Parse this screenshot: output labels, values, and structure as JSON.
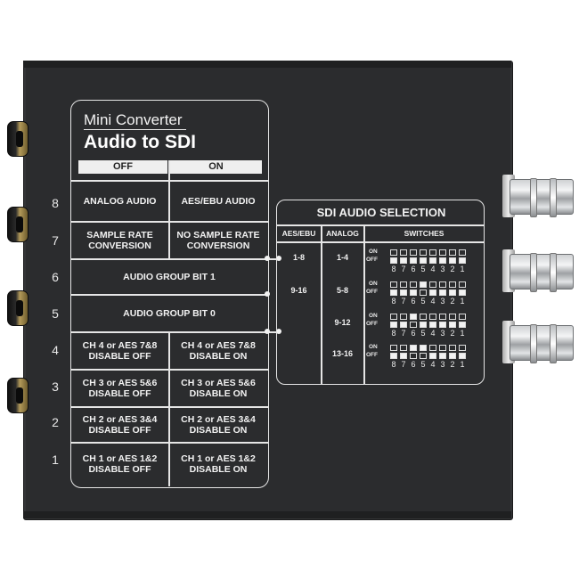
{
  "brand": {
    "line1": "Mini Converter",
    "line2": "Audio to SDI"
  },
  "headers": {
    "off": "OFF",
    "on": "ON"
  },
  "rows": [
    {
      "num": "8",
      "off": "ANALOG AUDIO",
      "on": "AES/EBU AUDIO"
    },
    {
      "num": "7",
      "off": "SAMPLE RATE\nCONVERSION",
      "on": "NO SAMPLE RATE\nCONVERSION"
    },
    {
      "num": "6",
      "span": "AUDIO GROUP BIT 1"
    },
    {
      "num": "5",
      "span": "AUDIO GROUP BIT 0"
    },
    {
      "num": "4",
      "off": "CH 4 or AES 7&8\nDISABLE OFF",
      "on": "CH 4 or AES 7&8\nDISABLE ON"
    },
    {
      "num": "3",
      "off": "CH 3 or AES 5&6\nDISABLE OFF",
      "on": "CH 3 or AES 5&6\nDISABLE ON"
    },
    {
      "num": "2",
      "off": "CH 2 or AES 3&4\nDISABLE OFF",
      "on": "CH 2 or AES 3&4\nDISABLE ON"
    },
    {
      "num": "1",
      "off": "CH 1 or AES 1&2\nDISABLE OFF",
      "on": "CH 1 or AES 1&2\nDISABLE ON"
    }
  ],
  "sdi": {
    "title": "SDI AUDIO SELECTION",
    "columns": {
      "aes": "AES/EBU",
      "analog": "ANALOG",
      "switches": "SWITCHES"
    },
    "aes_values": [
      "1-8",
      "9-16"
    ],
    "analog_values": [
      "1-4",
      "5-8",
      "9-12",
      "13-16"
    ],
    "switch_on_label": "ON",
    "switch_off_label": "OFF",
    "switch_numbers": [
      "8",
      "7",
      "6",
      "5",
      "4",
      "3",
      "2",
      "1"
    ],
    "switch_patterns": [
      {
        "on_positions": []
      },
      {
        "on_positions": [
          "5"
        ]
      },
      {
        "on_positions": [
          "6"
        ]
      },
      {
        "on_positions": [
          "6",
          "5"
        ]
      }
    ]
  },
  "colors": {
    "panel": "#2b2c2e",
    "legend": "#f2f2f2"
  }
}
